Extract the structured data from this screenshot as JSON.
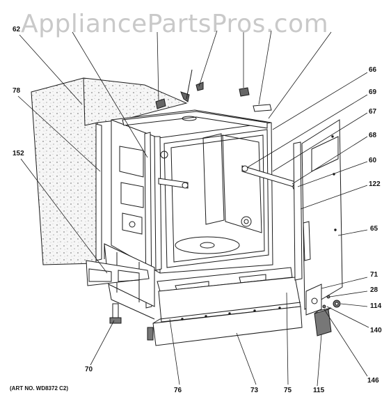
{
  "watermark": "AppliancePartsPros.com",
  "art_number": "(ART NO. WD8372 C2)",
  "callouts": {
    "c62": "62",
    "c78": "78",
    "c152": "152",
    "c70": "70",
    "c76": "76",
    "c73": "73",
    "c75": "75",
    "c115": "115",
    "c146": "146",
    "c140": "140",
    "c114": "114",
    "c28": "28",
    "c71": "71",
    "c65": "65",
    "c122": "122",
    "c60": "60",
    "c68": "68",
    "c67": "67",
    "c69": "69",
    "c66": "66"
  },
  "colors": {
    "line": "#1a1a1a",
    "insulation": "#f2f2f2",
    "watermark": "#c9c9c9"
  }
}
